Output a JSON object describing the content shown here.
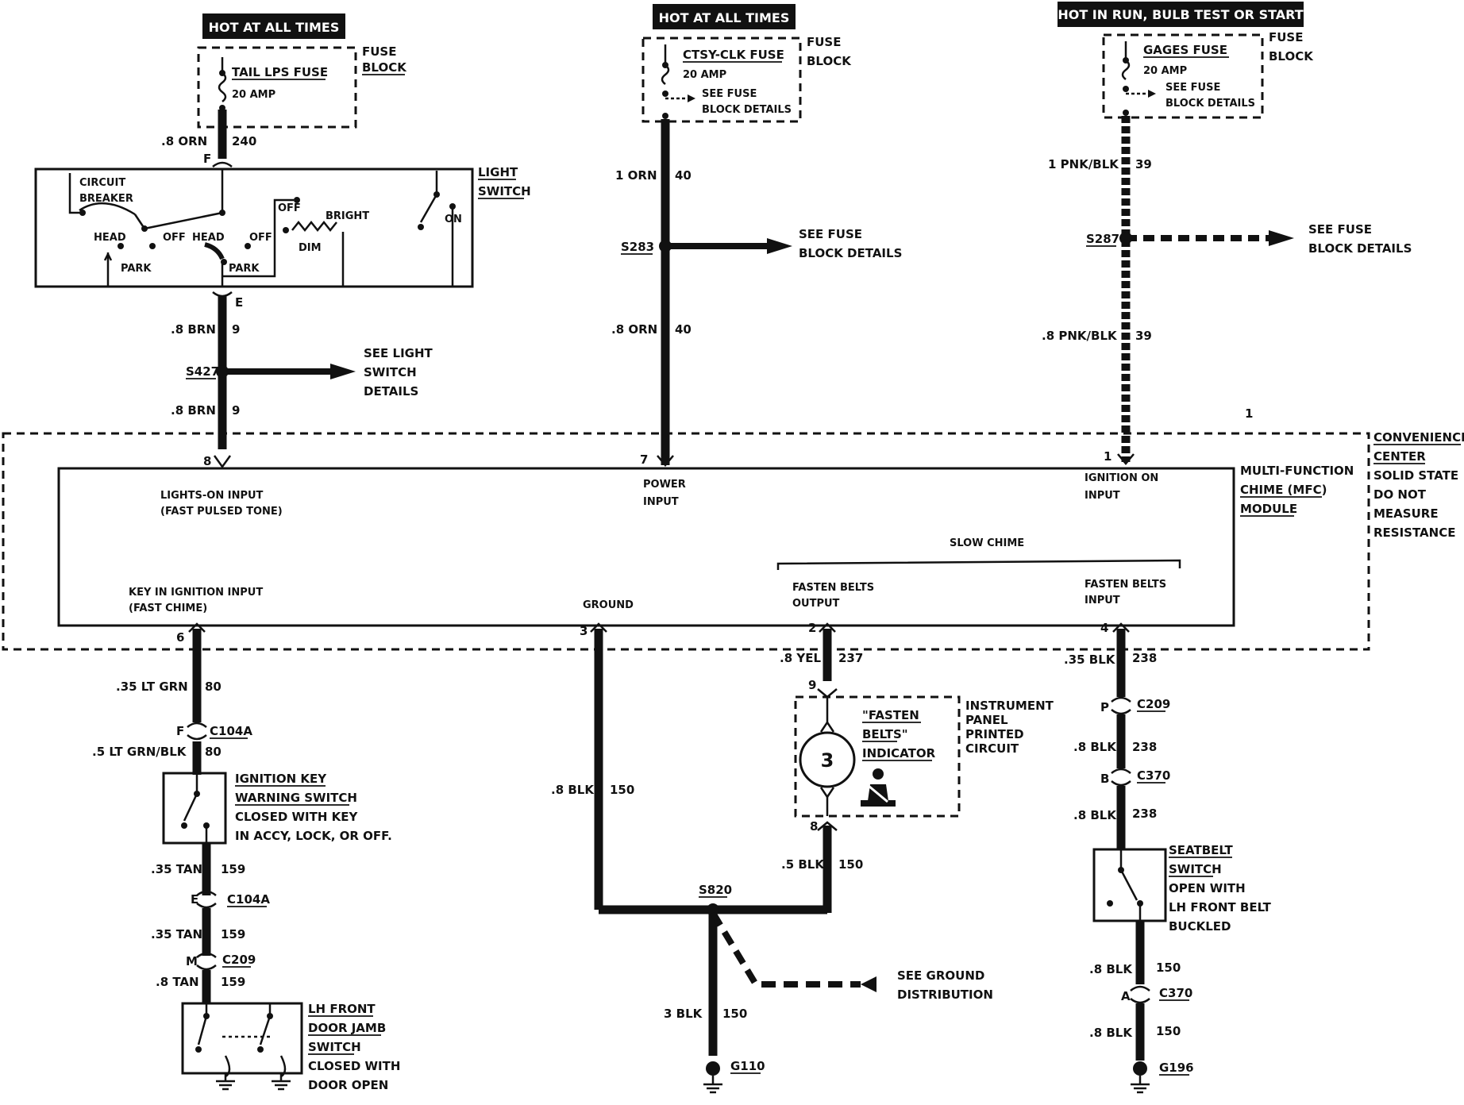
{
  "top": {
    "tail_hot": "HOT AT ALL TIMES",
    "tail_fuse": "TAIL LPS FUSE",
    "tail_amp": "20 AMP",
    "fuse_block_1": "FUSE",
    "fuse_block_2": "BLOCK",
    "ctsy_hot": "HOT AT ALL TIMES",
    "ctsy_fuse": "CTSY-CLK FUSE",
    "ctsy_amp": "20 AMP",
    "ctsy_see_1": "SEE FUSE",
    "ctsy_see_2": "BLOCK DETAILS",
    "ctsy_block_1": "FUSE",
    "ctsy_block_2": "BLOCK",
    "gages_hot": "HOT IN RUN, BULB TEST OR START",
    "gages_fuse": "GAGES FUSE",
    "gages_amp": "20 AMP",
    "gages_see_1": "SEE FUSE",
    "gages_see_2": "BLOCK DETAILS",
    "gages_block_1": "FUSE",
    "gages_block_2": "BLOCK"
  },
  "light_switch": {
    "title_1": "LIGHT",
    "title_2": "SWITCH",
    "circuit": "CIRCUIT",
    "breaker": "BREAKER",
    "head_1": "HEAD",
    "off_1": "OFF",
    "head_2": "HEAD",
    "off_2": "OFF",
    "park_1": "PARK",
    "park_2": "PARK",
    "off_3": "OFF",
    "bright": "BRIGHT",
    "dim": "DIM",
    "on": "ON",
    "pin_f": "F",
    "pin_e": "E"
  },
  "wires": {
    "w_orn_240_a": ".8 ORN",
    "w_orn_240_b": "240",
    "w_brn_9_a": ".8 BRN",
    "w_brn_9_b": "9",
    "s427": "S427",
    "see_light_1": "SEE LIGHT",
    "see_light_2": "SWITCH",
    "see_light_3": "DETAILS",
    "w_brn_9_c": ".8 BRN",
    "w_brn_9_d": "9",
    "w_orn_40_a": "1 ORN",
    "w_orn_40_b": "40",
    "s283": "S283",
    "see_fuse_1": "SEE FUSE",
    "see_fuse_2": "BLOCK DETAILS",
    "w_orn_40_c": ".8 ORN",
    "w_orn_40_d": "40",
    "w_pnk_39_a": "1 PNK/BLK",
    "w_pnk_39_b": "39",
    "s287": "S287",
    "see_fuse_3": "SEE FUSE",
    "see_fuse_4": "BLOCK DETAILS",
    "w_pnk_39_c": ".8 PNK/BLK",
    "w_pnk_39_d": "39",
    "mark_1": "1"
  },
  "module": {
    "conv_1": "CONVENIENCE",
    "conv_2": "CENTER",
    "conv_3": "SOLID STATE",
    "conv_4": "DO NOT",
    "conv_5": "MEASURE",
    "conv_6": "RESISTANCE",
    "mfc_1": "MULTI-FUNCTION",
    "mfc_2": "CHIME (MFC)",
    "mfc_3": "MODULE",
    "pin_8": "8",
    "pin_7": "7",
    "pin_1": "1",
    "lights_on_1": "LIGHTS-ON INPUT",
    "lights_on_2": "(FAST PULSED TONE)",
    "power_1": "POWER",
    "power_2": "INPUT",
    "ign_1": "IGNITION ON",
    "ign_2": "INPUT",
    "slow_chime": "SLOW CHIME",
    "key_in_1": "KEY IN IGNITION INPUT",
    "key_in_2": "(FAST CHIME)",
    "ground": "GROUND",
    "fasten_out_1": "FASTEN BELTS",
    "fasten_out_2": "OUTPUT",
    "fasten_in_1": "FASTEN BELTS",
    "fasten_in_2": "INPUT",
    "pin_6": "6",
    "pin_3": "3",
    "pin_2": "2",
    "pin_4": "4"
  },
  "left_branch": {
    "w1_a": ".35 LT GRN",
    "w1_b": "80",
    "c104a_pin_f": "F",
    "c104a_1": "C104A",
    "w2_a": ".5 LT GRN/BLK",
    "w2_b": "80",
    "ign_title_1": "IGNITION KEY",
    "ign_title_2": "WARNING SWITCH",
    "ign_title_3": "CLOSED WITH KEY",
    "ign_title_4": "IN ACCY, LOCK, OR OFF.",
    "w3_a": ".35 TAN",
    "w3_b": "159",
    "c104a_pin_e": "E",
    "c104a_2": "C104A",
    "w4_a": ".35 TAN",
    "w4_b": "159",
    "c209_pin_m": "M",
    "c209": "C209",
    "w5_a": ".8 TAN",
    "w5_b": "159",
    "door_1": "LH FRONT",
    "door_2": "DOOR JAMB",
    "door_3": "SWITCH",
    "door_4": "CLOSED WITH",
    "door_5": "DOOR OPEN"
  },
  "center_branch": {
    "w_blk_a": ".8 BLK",
    "w_blk_b": "150",
    "s820": "S820",
    "w_3blk_a": "3 BLK",
    "w_3blk_b": "150",
    "g110": "G110",
    "see_ground_1": "SEE GROUND",
    "see_ground_2": "DISTRIBUTION"
  },
  "indicator_branch": {
    "w_yel_a": ".8 YEL",
    "w_yel_b": "237",
    "pin_9": "9",
    "fasten_1": "\"FASTEN",
    "fasten_2": "BELTS\"",
    "fasten_3": "INDICATOR",
    "bulb": "3",
    "ipc_1": "INSTRUMENT",
    "ipc_2": "PANEL",
    "ipc_3": "PRINTED",
    "ipc_4": "CIRCUIT",
    "pin_8": "8",
    "w_blk_a": ".5 BLK",
    "w_blk_b": "150"
  },
  "right_branch": {
    "w1_a": ".35 BLK",
    "w1_b": "238",
    "c209_pin_p": "P",
    "c209": "C209",
    "w2_a": ".8 BLK",
    "w2_b": "238",
    "c370_pin_b": "B",
    "c370_1": "C370",
    "w3_a": ".8 BLK",
    "w3_b": "238",
    "seat_1": "SEATBELT",
    "seat_2": "SWITCH",
    "seat_3": "OPEN WITH",
    "seat_4": "LH FRONT BELT",
    "seat_5": "BUCKLED",
    "w4_a": ".8 BLK",
    "w4_b": "150",
    "c370_pin_a": "A",
    "c370_2": "C370",
    "w5_a": ".8 BLK",
    "w5_b": "150",
    "g196": "G196"
  },
  "colors": {
    "ink": "#111111",
    "paper": "#ffffff"
  }
}
